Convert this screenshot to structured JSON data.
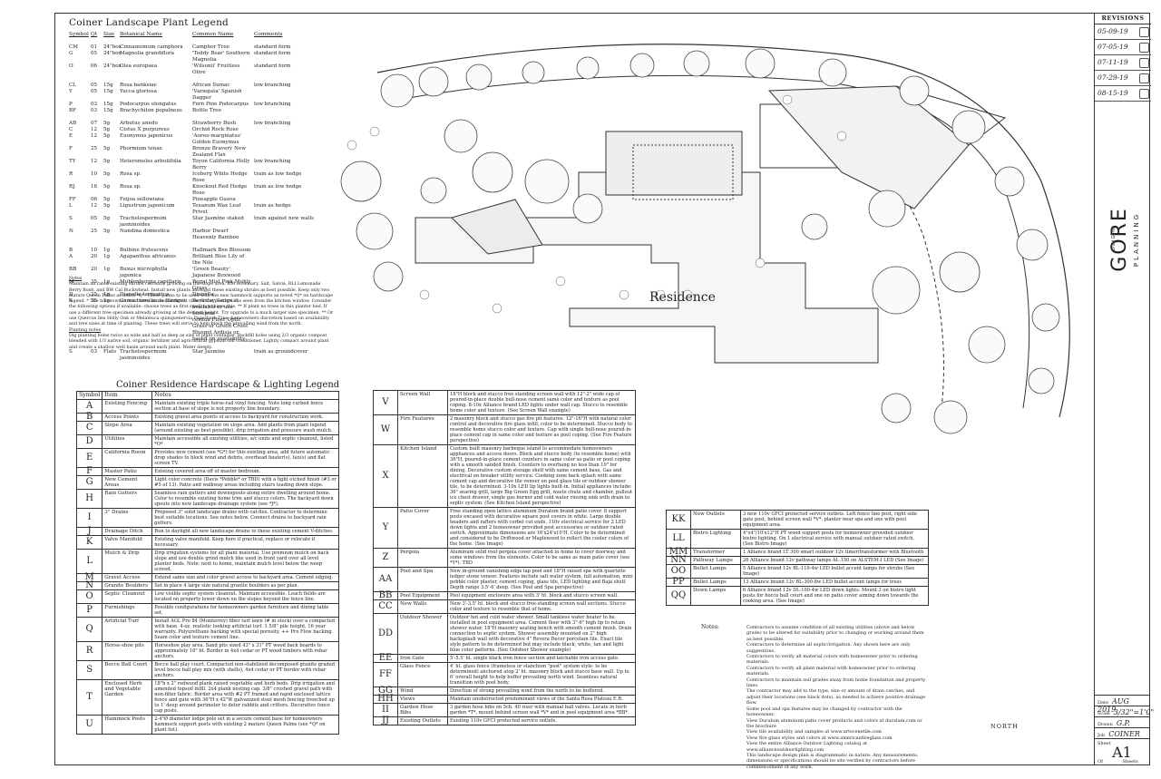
{
  "plant_legend": {
    "title": "Coiner Landscape Plant Legend",
    "headers": [
      "Symbol",
      "Qt",
      "Size",
      "Botanical Name",
      "Common Name",
      "Comments"
    ],
    "groups": [
      [
        [
          "CM",
          "01",
          "24\"box",
          "Cinnamomum camphora",
          "Camphor Tree",
          "standard form"
        ],
        [
          "G",
          "05",
          "24\"box",
          "Magnolia grandiflora",
          "'Teddy Bear' Southern Magnolia",
          "standard form"
        ],
        [
          "O",
          "06",
          "24\"box",
          "Olea europaea",
          "'Wilsonii' Fruitless Olive",
          "standard form"
        ]
      ],
      [
        [
          "CL",
          "05",
          "15g",
          "Rosa banksiae",
          "African Sumac",
          "low branching"
        ],
        [
          "Y",
          "05",
          "15g",
          "Yucca gloriosa",
          "'Variegata' Spanish Dagger",
          ""
        ],
        [
          "P",
          "03",
          "15g",
          "Podocarpus elongatus",
          "Fern Pine Podocarpus",
          "low branching"
        ],
        [
          "BF",
          "03",
          "15g",
          "Brachychiton populneus",
          "Bottle Tree",
          ""
        ]
      ],
      [
        [
          "AB",
          "07",
          "5g",
          "Arbutus unedo",
          "Strawberry Bush",
          "low branching"
        ],
        [
          "C",
          "12",
          "5g",
          "Cistus X purpureus",
          "Orchid Rock Rose",
          ""
        ],
        [
          "E",
          "12",
          "5g",
          "Euonymus japonicus",
          "'Aureo-marginatus' Golden Euonymus",
          ""
        ],
        [
          "F",
          "25",
          "5g",
          "Phormium tenax",
          "Bronze Bravery New Zealand Flax",
          ""
        ],
        [
          "TY",
          "12",
          "5g",
          "Heteromeles arbutifolia",
          "Toyon California Holly Berry",
          "low branching"
        ],
        [
          "R",
          "10",
          "5g",
          "Rosa sp.",
          "Iceberg White Hedge Rose",
          "train as low hedge"
        ],
        [
          "RJ",
          "16",
          "5g",
          "Rosa sp.",
          "Knockout Red Hedge Rose",
          "train as low hedge"
        ],
        [
          "FF",
          "06",
          "5g",
          "Feijoa sellowiana",
          "Pineapple Guava",
          ""
        ],
        [
          "L",
          "12",
          "5g",
          "Ligustrum japonicum",
          "Texanum Wax Leaf Privet",
          "train as hedge"
        ],
        [
          "S",
          "05",
          "5g",
          "Trachelospermum jasminoides",
          "Star Jasmine staked",
          "train against new walls"
        ],
        [
          "N",
          "25",
          "5g",
          "Nandina domestica",
          "Harbor Dwarf Heavenly Bamboo",
          ""
        ]
      ],
      [
        [
          "B",
          "10",
          "1g",
          "Bulbine frutescens",
          "Hallmark Bee Blossom",
          ""
        ],
        [
          "A",
          "20",
          "1g",
          "Agapanthus africanus",
          "Brilliant Blue Lily of the Nile",
          ""
        ],
        [
          "BB",
          "20",
          "1g",
          "Buxus microphylla japonica",
          "'Green Beauty' Japanese Boxwood",
          ""
        ],
        [
          "M",
          "35",
          "1g",
          "Muhlenbergia capillaris",
          "Regal Mist Pink Muhly Grass",
          ""
        ],
        [
          "D",
          "25",
          "1g",
          "Dianella tasmanica",
          "Dianella",
          ""
        ],
        [
          "X",
          "35",
          "1g",
          "Carex tumulicola (Sedge)",
          "Berkeley Sedge if available or use Isolepsis",
          ""
        ],
        [
          "",
          "",
          "",
          "",
          "cernua Fiber Optic Grass or Green Cross",
          ""
        ],
        [
          "",
          "",
          "",
          "",
          "Bluegel Ardisia or based on availability",
          ""
        ]
      ],
      [
        [
          "S",
          "03",
          "Flats",
          "Trachelospermum jasminoides",
          "Star Jasmine",
          "train as groundcover"
        ]
      ]
    ]
  },
  "plant_notes": {
    "label": "Notes",
    "text": "Maintain all rated existing shrubs currently growing on the slope area. RM Rosemary, Salt, Salvia, RLI Lemonade Berry Bush, and BW Cal Buckwheat. Install new plants amongst these existing shrubs as best possible. Keep only two mature Queen Palms as noted *Q*. These palms to be used with the new hammock supports as noted *Q* on hardscape legend. * The homeowner must have an unobstructed view of the pool area as seen from the kitchen window. Consider the following options if available: choose trees as first small to achieve this. ** If plant no trees in this planter bed. If use a different tree specimen already growing at the desired height. Try upgrade to a much larger size specimen. ** Or use Quercus ilex Holly Oak or Melaleuca quinquenervia Paperbark Tree; homeowners discretion based on availability and tree sizes at time of planting. These trees will serve to help block the prevailing wind from the north.",
    "planting_label": "Planting notes",
    "planting_text": "Dig planting holes twice as wide and half as deep as size of plant container. Backfill holes using 2/3 organic compost blended with 1/3 native soil, organic fertilizer and agricultural gypsum soil conditioner. Lightly compact around plant and create a shallow well basin around each plant. Water deeply."
  },
  "hardscape_legend": {
    "title": "Coiner Residence Hardscape & Lighting Legend",
    "headers": [
      "Symbol",
      "Item",
      "Notes"
    ],
    "col1": [
      [
        "A",
        "Existing Fencing",
        "Maintain existing triple horse-rail vinyl fencing. Note long curbed fence section at base of slope is not property line boundary."
      ],
      [
        "B",
        "Access Points",
        "Existing gravel area points of access to backyard for construction work."
      ],
      [
        "C",
        "Slope Area",
        "Maintain existing vegetation on slope area. Add plants from plant legend (around existing as best possible), drip irrigation and pressure wash mulch."
      ],
      [
        "D",
        "Utilities",
        "Maintain accessible all existing utilities, a/c units and septic cleanout, listed *O*"
      ],
      [
        "E",
        "California Room",
        "Provides new cement (see *G*) for this existing area, add future automatic drop shades to block wind and debris, overhead heater(s), fan(s) and flat screen TV."
      ],
      [
        "F",
        "Master Patio",
        "Existing covered area off of master bedroom."
      ],
      [
        "G",
        "New Cement Areas",
        "Light color concrete (Davis *Pebble* or TBD) with a light etched finish (#3 or #5 of 13). Patio and walkway areas including stairs leading down slope."
      ],
      [
        "H",
        "Rain Gutters",
        "Seamless rain gutters and downspouts along entire dwelling around home. Color to resemble existing home trim and stucco colors. The backyard down spouts into new landscape drainage system (see *J*)."
      ],
      [
        "I",
        "3\" Drains",
        "Proposed 3\" solid landscape drains with cat-flex. Contractor to determine best suitable locations. See notes below. Connect drains to backyard rain gutters."
      ],
      [
        "J",
        "Drainage Ditch",
        "Run to daylight all new landscape drains to these existing cement V-ditches."
      ],
      [
        "K",
        "Valve Manifold",
        "Existing valve manifold. Keep here if practical, replace or relocate if necessary."
      ],
      [
        "L",
        "Mulch & Drip",
        "Drip irrigation systems for all plant material. Use premium mulch on back slope and use double grind mulch like used in front yard over all level planter beds. Note: next to home, maintain mulch level below the weep screed."
      ],
      [
        "M",
        "Gravel Access",
        "Extend same size and color gravel access to backyard area. Cement edging."
      ],
      [
        "N",
        "Granite Boulders",
        "Set in place 4 large size natural granite boulders as per plan."
      ],
      [
        "O",
        "Septic Cleanout",
        "Low visible septic system cleanout. Maintain accessible. Leach fields are located on property lower down on the slopes beyond the fence line."
      ],
      [
        "P",
        "Furnishings",
        "Possible configurations for homeowners garden furniture and dining table set."
      ],
      [
        "Q",
        "Artificial Turf",
        "Install AGL Pro 84 (Monterrey) fiber turf lawn (# in stock) over a compacted with base. 4-oz. realistic looking artificial turf. 1 5/8\" pile height, 16 year warranty. Polyurethane backing with special porosity. ++ Pro Flow backing. Seam color and texture cement line."
      ],
      [
        "R",
        "Horse-shoe pits",
        "Horseshoe play area. Sand pits sized 43\" x 31\" PT wood back boards to approximately 18\" bt. Border in 4x4 cedar or PT wood timbers with rebar anchors."
      ],
      [
        "S",
        "Bocce Ball Court",
        "Bocce ball play court. Compacted non-stabilized decomposed granite graded level bocce ball play mix (with shells), 4x4 cedar or PT border with rebar anchors."
      ],
      [
        "T",
        "Enclosed Herb and Vegetable Garden",
        "18\"h x 2\" redwood plank raised vegetable and herb beds. Drip irrigation and amended topsoil infill. 2x4 plank nesting cap. 3/8\" crushed gravel path with non-filter fabric. Border area with #2 PT framed and rapid enclosed lattice fence and gate with 36\"H x 42\"W galvanized steel mesh fencing trenched up to 1' deep around perimeter to deter rabbits and critters. Decorative fence cap posts."
      ],
      [
        "U",
        "Hammock Posts",
        "2-4\"Ø diameter lodge pole set in a secure cement base for homeowners hammock support posts with existing 2 mature Queen Palms (see *Q* on plant list)."
      ]
    ],
    "col2": [
      [
        "V",
        "Screen Wall",
        "18\"H block and stucco free standing screen wall with 12\"-2\" wide cap of poured-in-place double bull-nose cement same color and texture as pool coping. 8-10x Alliance brand LED lights under wall cap. Stucco to resemble home color and texture. (See Screen Wall example)"
      ],
      [
        "W",
        "Fire Features",
        "2 masonry block and stucco gas fire pit features. 12\"-16\"H with natural color control and decorative fire glass infill, color to be determined. Stucco body to resemble home stucco color and texture. Cap with single bull-nose poured-in-place cement cap in same color and texture as pool coping. (See Fire Feature perspective)"
      ],
      [
        "X",
        "Kitchen Island",
        "Custom built masonry barbeque island to accommodate homeowners appliances and access doors. Block and stucco body (to resemble home) with 36\"H, poured-in-place cement counters in same color as patio or pool coping with a smooth sanded finish. Counters to overhang no less than 10\" for dining. Decorative custom storage shelf with same cement base. Gas and electrical on breaker utility service. Cooking zone back splash with same cement cap and decorative tile veneer on pool glass tile or outdoor shower tile, to be determined. 3-10x LED lip lights built-in. Initial appliances include: 36\" searing grill, large Big Green Egg grill, waste chute and chamber, pullout ice chest drawer, single gas burner and cold water rinsing sink with drain to septic system. (See Kitchen Island perspective)"
      ],
      [
        "Y",
        "Patio Cover",
        "Free standing open lattice aluminum Duralum brand patio cover. 8 support posts encased with decorative square post covers in white. Large double headers and rafters with corbel cut ends. 110v electrical service for 2 LED down lights and 2 homeowner provided post accessories or outdoor rated switch. Approximate dimensions are 16'x24'x10'H. Color to be determined and considered to be Driftwood or Maplewood to reflect the cooler colors of the home. (See Image)"
      ],
      [
        "Z",
        "Pergola",
        "Aluminum solid roof pergola cover attached to home to cover doorway and some windows from the elements. Color to be same as main patio cover (see *Y*). TBD"
      ],
      [
        "AA",
        "Pool and Spa",
        "New in-ground vanishing edge lap pool and 18\"H raised spa with quartzite ledger stone veneer. Features include salt water system, full automation, mini pebble color plaster, cement coping, glass tile, LED lighting and Baja shelf. Depth range 3.5'-6' deep. (See Pool and Spa perspective)"
      ],
      [
        "BB",
        "Pool Equipment",
        "Pool equipment enclosure area with 3' ht. block and stucco screen wall."
      ],
      [
        "CC",
        "New Walls",
        "New 3'-3.5' ht. block and stucco free-standing screen wall sections. Stucco color and texture to resemble that of home."
      ],
      [
        "DD",
        "Outdoor Shower",
        "Outdoor hot and cold water shower. Small tankless water heater to be installed in pool equipment area. Cement floor with 3\"-6\" high lip to retain shower water, 18\"H masonry seating bench with smooth cement finish. Drain connection to septic system. Shower assembly mounted on 2\" high backsplash wall with decorative 4\" Revera Decor porcelain tile. Exact tile style pattern to be determined but may include black, white, tan and light blue color patterns. (See Outdoor Shower example)"
      ],
      [
        "EE",
        "Iron Gate",
        "5'-5.5' ht. single black iron fence section and latchable iron access gate."
      ],
      [
        "FF",
        "Glass Fence",
        "4' ht. glass fence (frameless or stanchion \"post\" system style- to be determined) anchored atop 2' ht. masonry block and stucco base wall. Up to 6' overall height to help buffer prevailing north wind. Seamless natural transition with pool body."
      ],
      [
        "GG",
        "Wind",
        "Direction of strong prevailing wind from the north to be buffered."
      ],
      [
        "HH",
        "Views",
        "Maintain unobstructed predominant views of the Santa Rosa Plateau E.R."
      ],
      [
        "II",
        "Garden Hose Bibs",
        "3 garden hose bibs on 5ch. 40 riser with manual ball valves. Locate in herb garden *T*, mount behind screen wall *V* and in pool equipment area *BB*."
      ],
      [
        "JJ",
        "Existing Outlets",
        "Existing 110v GFCI protected service outlets."
      ]
    ],
    "col3": [
      [
        "KK",
        "New Outlets",
        "3 new 110v GFCI protected service outlets. Left fence line post, right side gate post, behind screen wall *V*, planter near spa and one with pool equipment area."
      ],
      [
        "LL",
        "Bistro Lighting",
        "4\"x4\"/10'x12\"H PT wood support posts for homeowner provided outdoor bistro lighting. On 1 electrical service with manual outdoor rated switch. (See Bistro Image)"
      ],
      [
        "MM",
        "Transformer",
        "1 Alliance brand LT 300 smart outdoor 12v timer/transformer with Bluetooth"
      ],
      [
        "NN",
        "Pathway Lamps",
        "26 Alliance brand 12v pathway lamps AL-150 on ALSTEM-I LED (See Image)"
      ],
      [
        "OO",
        "Bullet Lamps",
        "5 Alliance brand 12v BL-110-4w LED bullet accent lamps for shrubs (See Image)"
      ],
      [
        "PP",
        "Bullet Lamps",
        "13 Alliance brand 12v BL-300-8w LED bullet accent lamps for trees"
      ],
      [
        "QQ",
        "Down Lamps",
        "6 Alliance brand 12v DL-100-4w LED down lights. Mount 3 on bistro light posts for bocce ball court and one on patio cover aiming down towards the cooking area. (See Image)"
      ]
    ]
  },
  "general_notes": {
    "label": "Notes:",
    "lines": [
      "Contractors to assume condition of all existing utilities (above and below grade) to be altered for suitability prior to changing or working around them as best possible.",
      "Contractors to determine all septic/irrigation. Any shown here are only suggestions.",
      "Contractors to verify all material colors with homeowner prior to ordering materials.",
      "Contractors to verify all plant material with homeowner prior to ordering materials.",
      "Contractors to maintain soil grades away from home foundation and property lines.",
      "The contractor may add to the type, size or amount of drain catches, and adjust their locations (see black dots), as needed to achieve positive drainage flow.",
      "Some pool and spa features may be changed by contractor with the homeowner.",
      "View Duralum aluminum patio cover products and colors at duralum.com or the brochure",
      "View tile availability and samples at www.artscenetile.com",
      "View fire glass styles and colors at www.americanfireglass.com",
      "View the entire Alliance Outdoor Lighting catalog at www.allianceoutdoorlighting.com",
      "This landscape design plan is diagrammatic in nature. Any measurements, dimensions or specifications should be site verified by contractors before commencement of any work."
    ]
  },
  "plan": {
    "residence_label": "Residence",
    "north_label": "NORTH"
  },
  "title_block": {
    "revisions_label": "REVISIONS",
    "revisions": [
      "05-09-19",
      "07-05-19",
      "07-11-19",
      "07-29-19",
      "08-15-19"
    ],
    "company": "GORE",
    "company_sub": "PLANNING",
    "designer": "Brad Gore",
    "fields": [
      {
        "label": "Date",
        "value": "AUG 2019"
      },
      {
        "label": "Scale",
        "value": "3/32\"=1'0\""
      },
      {
        "label": "Drawn",
        "value": "G.P."
      },
      {
        "label": "Job",
        "value": "COINER"
      }
    ],
    "sheet_label": "Sheet",
    "sheet_value": "A1",
    "sheet_of": "Of",
    "sheets_label": "Sheets"
  }
}
